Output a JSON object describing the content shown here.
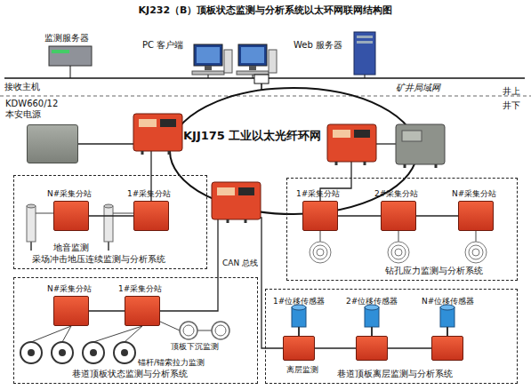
{
  "diagram": {
    "title": "KJ232（B）顶板状态监测与分析系统以太环网联网结构图",
    "nodes": [
      {
        "text": [
          "KJJ175 工业以太光纤环网"
        ]
      },
      {
        "text": [
          "KDW660/12 本安电源"
        ]
      },
      {
        "text": [
          "采场冲击地压连续监测与分析系统"
        ]
      },
      {
        "text": [
          "N#采集分站"
        ],
        "in": 2
      },
      {
        "text": [
          "1#采集分站"
        ],
        "in": 2
      },
      {
        "text": [
          "钻孔应力监测与分析系统"
        ]
      },
      {
        "text": [
          "1#采集分站"
        ],
        "in": 5
      },
      {
        "text": [
          "2#采集分站"
        ],
        "in": 5
      },
      {
        "text": [
          "N#采集分站"
        ],
        "in": 5
      },
      {
        "text": [
          "巷道顶板状态监测与分析系统"
        ]
      },
      {
        "text": [
          "N#采集分站"
        ],
        "in": 9
      },
      {
        "text": [
          "1#采集分站"
        ],
        "in": 9
      },
      {
        "text": [
          "巷道顶板离层监测与分析系统"
        ]
      },
      {
        "text": [
          "1#位移传感器"
        ],
        "in": 12
      },
      {
        "text": [
          "2#位移传感器"
        ],
        "in": 12
      },
      {
        "text": [
          "N#位移传感器"
        ],
        "in": 12
      }
    ],
    "edges": [
      {
        "from": 1,
        "to": 0,
        "arrow": "none"
      },
      {
        "from": 0,
        "to": 4,
        "arrow": "none"
      },
      {
        "from": 3,
        "to": 4,
        "arrow": "none"
      },
      {
        "from": 0,
        "to": 6,
        "arrow": "none"
      },
      {
        "from": 6,
        "to": 7,
        "arrow": "none"
      },
      {
        "from": 7,
        "to": 8,
        "arrow": "none"
      },
      {
        "from": 0,
        "to": 11,
        "arrow": "none"
      },
      {
        "from": 10,
        "to": 11,
        "arrow": "none"
      },
      {
        "from": 0,
        "to": 13,
        "label": "CAN 总线",
        "arrow": "none"
      },
      {
        "from": 13,
        "to": 14,
        "arrow": "none"
      },
      {
        "from": 14,
        "to": 15,
        "arrow": "none"
      }
    ],
    "labels": [
      "监测服务器",
      "PC 客户端",
      "Web 服务器",
      "接收主机",
      "矿井局域网",
      "井上",
      "井下",
      "地音监测",
      "顶板下沉监测",
      "锚杆/锚索拉力监测",
      "离层监测"
    ]
  }
}
